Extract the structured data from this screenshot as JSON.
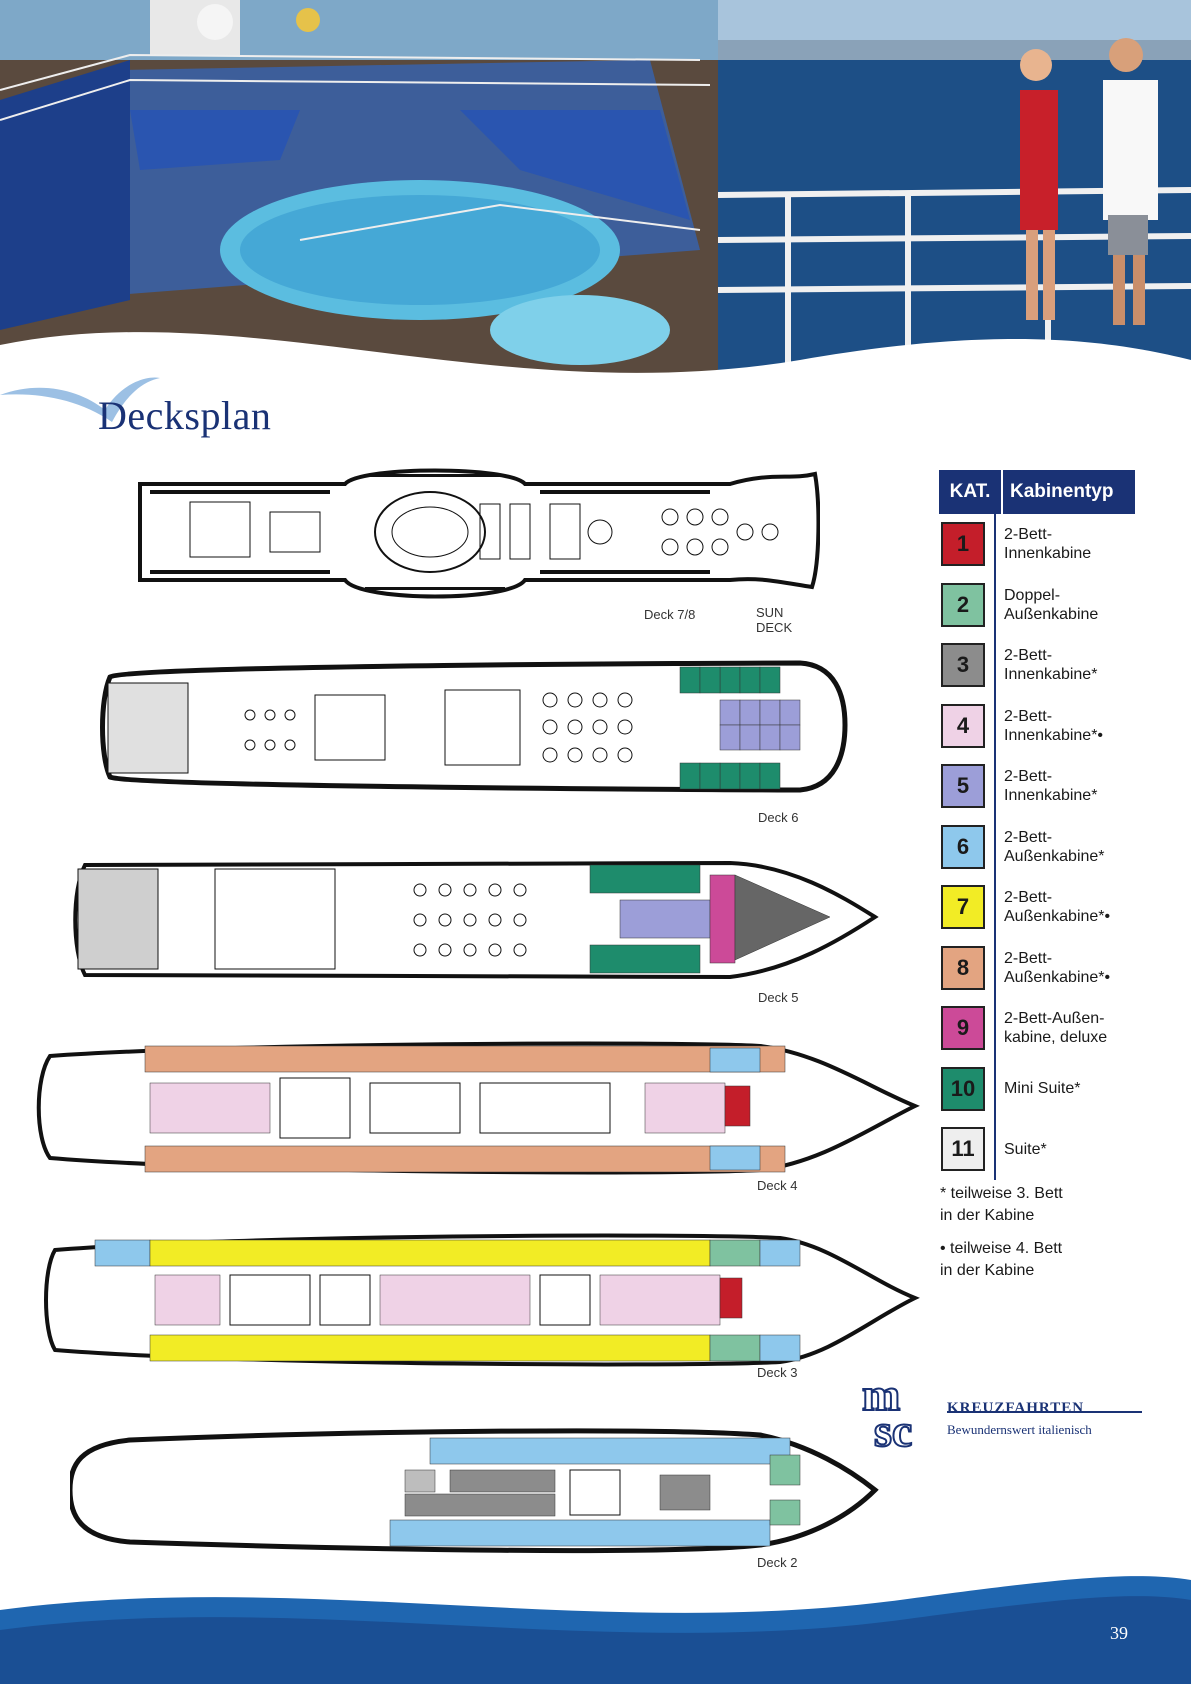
{
  "page": {
    "title": "Decksplan",
    "page_number": "39"
  },
  "photos": {
    "left": "pool-deck-photo",
    "right": "joggers-deck-photo"
  },
  "decks": [
    {
      "label": "Deck 7/8",
      "sublabel": "SUN DECK"
    },
    {
      "label": "Deck 6"
    },
    {
      "label": "Deck 5"
    },
    {
      "label": "Deck 4"
    },
    {
      "label": "Deck 3"
    },
    {
      "label": "Deck 2"
    }
  ],
  "legend": {
    "header_kat": "KAT.",
    "header_type": "Kabinentyp",
    "rows": [
      {
        "kat": "1",
        "color": "#c41e2a",
        "label": "2-Bett-\nInnenkabine"
      },
      {
        "kat": "2",
        "color": "#7fc2a0",
        "label": "Doppel-\nAußenkabine"
      },
      {
        "kat": "3",
        "color": "#8c8c8c",
        "label": "2-Bett-\nInnenkabine*"
      },
      {
        "kat": "4",
        "color": "#efd2e6",
        "label": "2-Bett-\nInnenkabine*•"
      },
      {
        "kat": "5",
        "color": "#9c9ed8",
        "label": "2-Bett-\nInnenkabine*"
      },
      {
        "kat": "6",
        "color": "#8ec8ec",
        "label": "2-Bett-\nAußenkabine*"
      },
      {
        "kat": "7",
        "color": "#f2ec25",
        "label": "2-Bett-\nAußenkabine*•"
      },
      {
        "kat": "8",
        "color": "#e3a481",
        "label": "2-Bett-\nAußenkabine*•"
      },
      {
        "kat": "9",
        "color": "#cc4a98",
        "label": "2-Bett-Außen-\nkabine, deluxe"
      },
      {
        "kat": "10",
        "color": "#1e8c6c",
        "label": "Mini Suite*"
      },
      {
        "kat": "11",
        "color": "#eeeeee",
        "label": "Suite*"
      }
    ]
  },
  "notes": {
    "third_bed": "* teilweise 3. Bett\n  in der Kabine",
    "fourth_bed": "• teilweise 4. Bett\n  in der Kabine"
  },
  "brand": {
    "name": "KREUZFAHRTEN",
    "tagline": "Bewundernswert italienisch",
    "logo_text": "msc"
  }
}
